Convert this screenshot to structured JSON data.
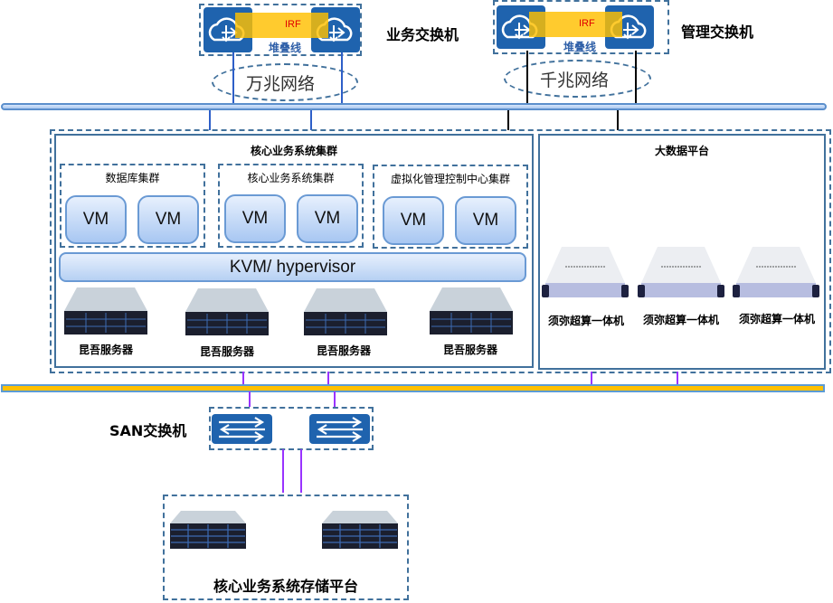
{
  "top": {
    "business_switch": {
      "label": "业务交换机",
      "irf_label": "IRF",
      "stack_label": "堆叠线",
      "network_label": "万兆网络"
    },
    "management_switch": {
      "label": "管理交换机",
      "irf_label": "IRF",
      "stack_label": "堆叠线",
      "network_label": "千兆网络"
    }
  },
  "core_cluster": {
    "title": "核心业务系统集群",
    "groups": [
      {
        "title": "数据库集群",
        "vms": [
          "VM",
          "VM"
        ]
      },
      {
        "title": "核心业务系统集群",
        "vms": [
          "VM",
          "VM"
        ]
      },
      {
        "title": "虚拟化管理控制中心集群",
        "vms": [
          "VM",
          "VM"
        ]
      }
    ],
    "hypervisor_label": "KVM/ hypervisor",
    "servers": [
      "昆吾服务器",
      "昆吾服务器",
      "昆吾服务器",
      "昆吾服务器"
    ]
  },
  "big_data": {
    "title": "大数据平台",
    "machines": [
      "须弥超算一体机",
      "须弥超算一体机",
      "须弥超算一体机"
    ]
  },
  "san": {
    "label": "SAN交换机"
  },
  "storage": {
    "title": "核心业务系统存储平台"
  },
  "colors": {
    "dash_border": "#41719c",
    "switch_blue": "#1f63ae",
    "irf_gold": "#ffc000",
    "san_link": "#9933ff",
    "mgmt_link": "#000000",
    "biz_link": "#2e5fc8"
  }
}
